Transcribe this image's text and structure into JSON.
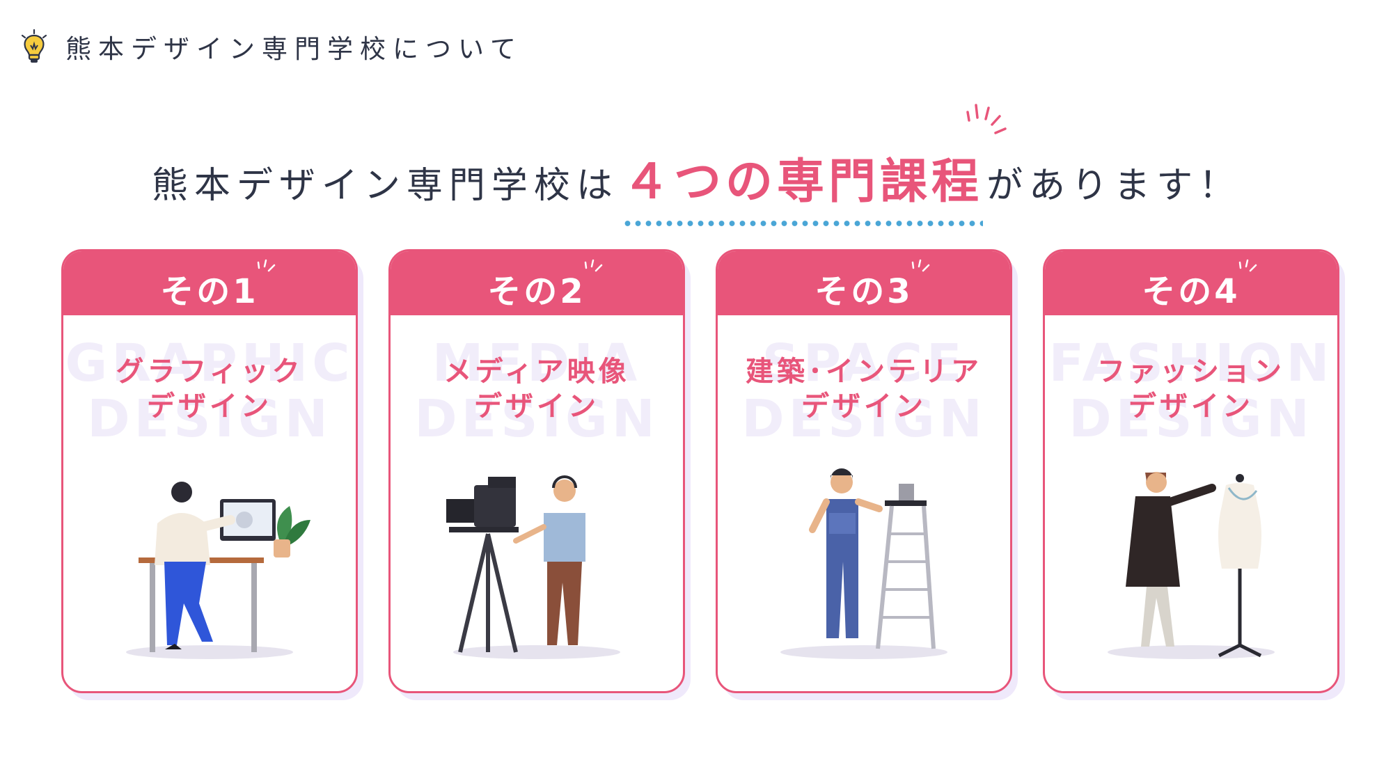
{
  "header": {
    "title": "熊本デザイン専門学校について",
    "icon": "lightbulb-icon"
  },
  "headline": {
    "prefix": "熊本デザイン専門学校は",
    "accent": "４つの専門課程",
    "suffix": "があります！"
  },
  "colors": {
    "accent": "#e8557a",
    "dots": "#4aa6d6",
    "watermark": "#f1edfa",
    "text": "#2e3446"
  },
  "courses": [
    {
      "tab": "その1",
      "bg_line1": "GRAPHIC",
      "bg_line2": "DESIGN",
      "title_line1": "グラフィック",
      "title_line2": "デザイン",
      "illustration": "designer-at-desk-illustration"
    },
    {
      "tab": "その2",
      "bg_line1": "MEDIA",
      "bg_line2": "DESIGN",
      "title_line1": "メディア映像",
      "title_line2": "デザイン",
      "illustration": "camera-operator-illustration"
    },
    {
      "tab": "その3",
      "bg_line1": "SPACE",
      "bg_line2": "DESIGN",
      "title_line1": "建築･インテリア",
      "title_line2": "デザイン",
      "illustration": "painter-with-ladder-illustration"
    },
    {
      "tab": "その4",
      "bg_line1": "FASHION",
      "bg_line2": "DESIGN",
      "title_line1": "ファッション",
      "title_line2": "デザイン",
      "illustration": "tailor-with-mannequin-illustration"
    }
  ]
}
